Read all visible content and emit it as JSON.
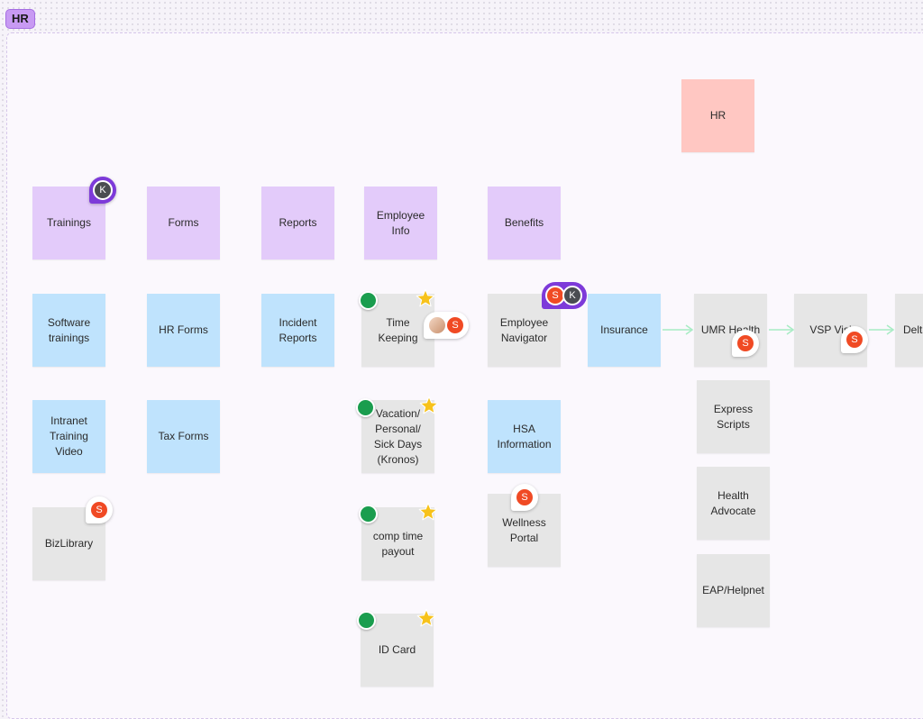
{
  "section": {
    "label": "HR"
  },
  "root": {
    "label": "HR"
  },
  "column_headers": {
    "trainings": "Trainings",
    "forms": "Forms",
    "reports": "Reports",
    "employee_info": "Employee\nInfo",
    "benefits": "Benefits"
  },
  "stickies": {
    "software_trainings": "Software\ntrainings",
    "intranet_training_video": "Intranet\nTraining\nVideo",
    "bizlibrary": "BizLibrary",
    "hr_forms": "HR Forms",
    "tax_forms": "Tax Forms",
    "incident_reports": "Incident\nReports",
    "time_keeping": "Time\nKeeping",
    "vacation": "Vacation/\nPersonal/\nSick Days\n(Kronos)",
    "comp_time": "comp time\npayout",
    "id_card": "ID Card",
    "employee_navigator": "Employee\nNavigator",
    "hsa_information": "HSA\nInformation",
    "wellness_portal": "Wellness\nPortal",
    "insurance": "Insurance",
    "umr_health": "UMR Health",
    "vsp_vision": "VSP Visi",
    "delta": "Delta",
    "express_scripts": "Express\nScripts",
    "health_advocate": "Health\nAdvocate",
    "eap_helpnet": "EAP/Helpnet"
  },
  "avatars": {
    "s": "S",
    "k": "K"
  },
  "colors": {
    "purple_sticky": "#e3cbfa",
    "blue_sticky": "#bfe3fd",
    "gray_sticky": "#e6e6e6",
    "pink_sticky": "#ffc7c2",
    "avatar_s": "#f04a24",
    "avatar_k": "#4a4d52",
    "cursor_purple": "#7d3ad9",
    "sticker_green": "#1a9d4e",
    "star_yellow": "#f7c21b",
    "connector_green": "#a8ecc4"
  }
}
